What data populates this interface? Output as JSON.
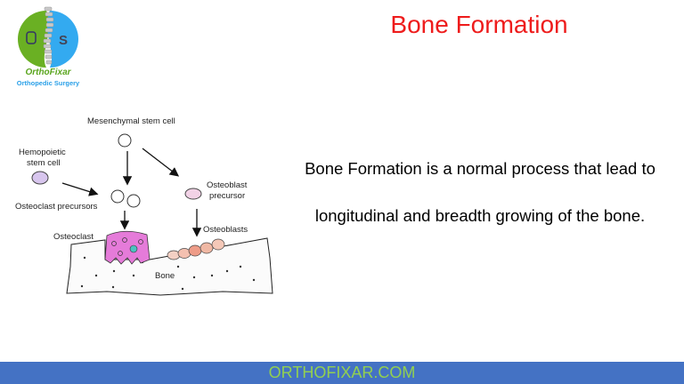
{
  "logo": {
    "name": "OrthoFixar",
    "subtitle": "Orthopedic Surgery",
    "colors": {
      "green": "#6ab023",
      "blue": "#33aaf0"
    }
  },
  "title": "Bone Formation",
  "body_text": "Bone Formation is a normal process that lead to longitudinal and breadth growing of the bone.",
  "diagram": {
    "labels": {
      "mesenchymal": "Mesenchymal stem cell",
      "hemopoietic_1": "Hemopoietic",
      "hemopoietic_2": "stem cell",
      "osteoclast_precursors": "Osteoclast precursors",
      "osteoblast_precursor_1": "Osteoblast",
      "osteoblast_precursor_2": "precursor",
      "osteoclast": "Osteoclast",
      "osteoblasts": "Osteoblasts",
      "bone": "Bone"
    }
  },
  "footer": {
    "text": "ORTHOFIXAR.COM",
    "colors": {
      "bar": "#4472c4",
      "text": "#92d050"
    }
  }
}
